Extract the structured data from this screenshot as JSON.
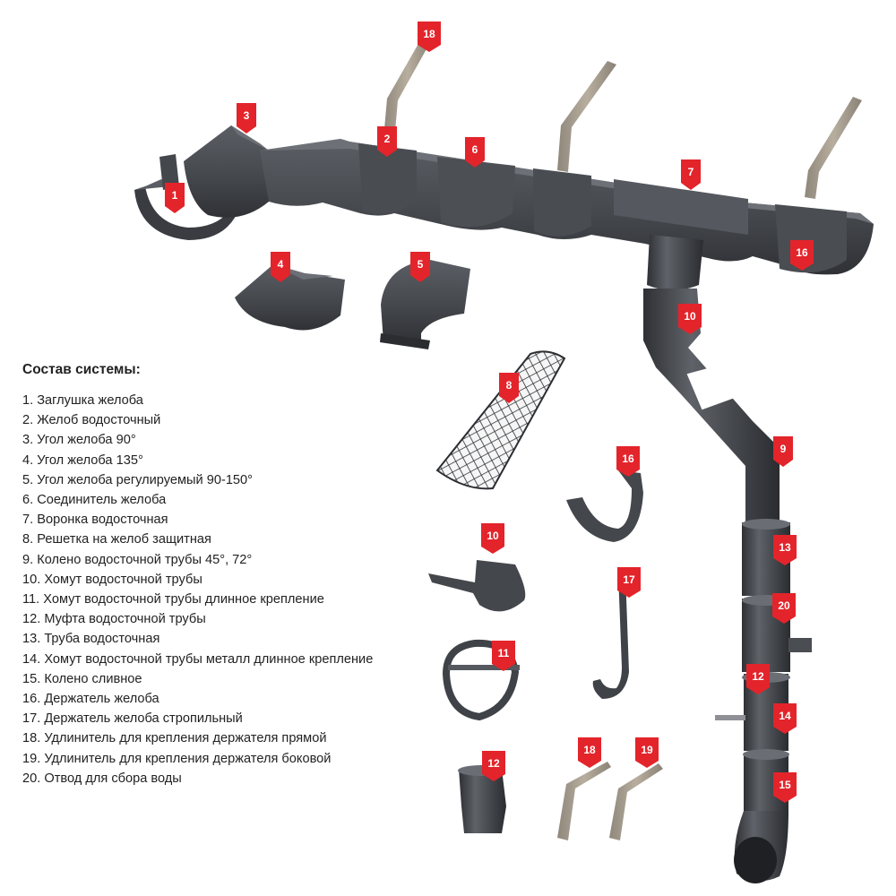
{
  "legend": {
    "title": "Состав системы:",
    "items": [
      "1. Заглушка желоба",
      "2. Желоб водосточный",
      "3. Угол желоба 90°",
      "4. Угол желоба 135°",
      "5. Угол желоба регулируемый 90-150°",
      "6. Соединитель желоба",
      "7. Воронка водосточная",
      "8. Решетка на желоб защитная",
      "9. Колено водосточной трубы 45°, 72°",
      "10. Хомут водосточной трубы",
      "11. Хомут водосточной трубы длинное крепление",
      "12. Муфта водосточной трубы",
      "13. Труба водосточная",
      "14. Хомут водосточной трубы металл длинное крепление",
      "15. Колено сливное",
      "16. Держатель желоба",
      "17. Держатель желоба стропильный",
      "18. Удлинитель для крепления держателя прямой",
      "19. Удлинитель для крепления держателя боковой",
      "20. Отвод для сбора воды"
    ]
  },
  "tags": {
    "t1": "1",
    "t2": "2",
    "t3": "3",
    "t4": "4",
    "t5": "5",
    "t6": "6",
    "t7": "7",
    "t8": "8",
    "t9": "9",
    "t10a": "10",
    "t10b": "10",
    "t11": "11",
    "t12a": "12",
    "t12b": "12",
    "t13": "13",
    "t14": "14",
    "t15": "15",
    "t16a": "16",
    "t16b": "16",
    "t17": "17",
    "t18a": "18",
    "t18b": "18",
    "t19": "19",
    "t20": "20"
  },
  "colors": {
    "tag_red": "#e3242b",
    "part_dark": "#3d3f44",
    "part_mid": "#55585e",
    "part_light": "#6e7278",
    "metal": "#a39a8c",
    "text": "#222222"
  }
}
